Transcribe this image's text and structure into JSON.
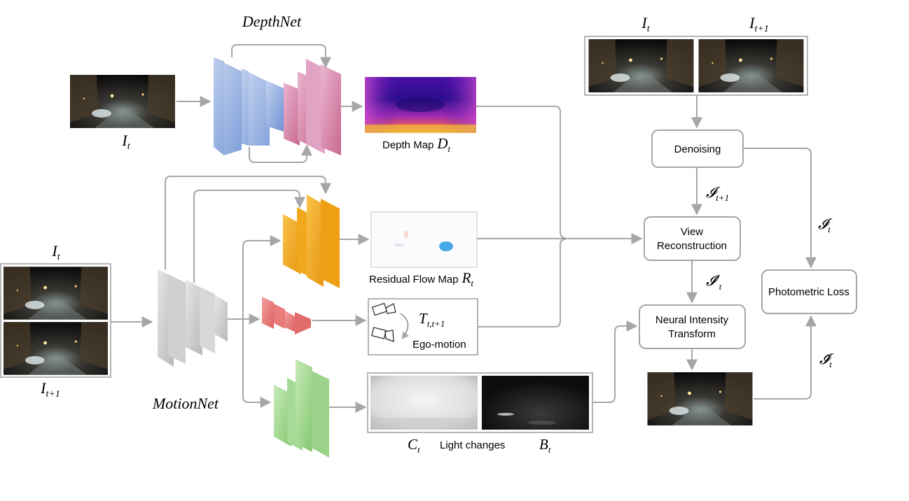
{
  "labels": {
    "depthnet": "DepthNet",
    "motionnet": "MotionNet",
    "it_top": "I",
    "it_top_sub": "t",
    "it_pair": "I",
    "it_pair_sub": "t",
    "it1_pair": "I",
    "it1_pair_sub": "t+1",
    "it_left": "I",
    "it_left_sub": "t",
    "it1_left": "I",
    "it1_left_sub": "t+1",
    "depth_map": "Depth Map",
    "depth_sym": "D",
    "depth_sub": "t",
    "residual_flow": "Residual Flow Map",
    "residual_sym": "R",
    "residual_sub": "t",
    "ego_sym": "T",
    "ego_sub": "t,t+1",
    "ego_motion": "Ego-motion",
    "light_changes": "Light changes",
    "c_sym": "C",
    "c_sub": "t",
    "b_sym": "B",
    "b_sub": "t",
    "denoising": "Denoising",
    "view_recon_1": "View",
    "view_recon_2": "Reconstruction",
    "nit_1": "Neural Intensity",
    "nit_2": "Transform",
    "photometric": "Photometric Loss",
    "edge_it1": "𝓘",
    "edge_it1_sub": "t+1",
    "edge_itp": "𝓘′",
    "edge_itp_sub": "t",
    "edge_it": "𝓘",
    "edge_it_sub": "t",
    "edge_itilde": "𝓘̃",
    "edge_itilde_sub": "t"
  },
  "colors": {
    "arrow": "#a6a6a6",
    "depth_encoder": "#9fb7e0",
    "depth_decoder": "#d98fb2",
    "flow_net": "#f2a81c",
    "motion_encoder": "#d3d3d3",
    "pose_net": "#ea7b7b",
    "light_net": "#9fd68e"
  }
}
